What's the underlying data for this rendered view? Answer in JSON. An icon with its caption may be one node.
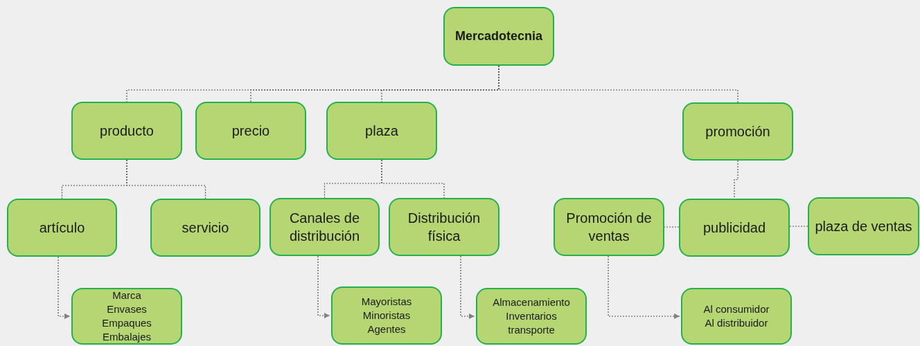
{
  "diagram": {
    "nodes": [
      {
        "text": [
          "Mercadotecnia"
        ]
      },
      {
        "text": [
          "producto"
        ]
      },
      {
        "text": [
          "precio"
        ]
      },
      {
        "text": [
          "plaza"
        ]
      },
      {
        "text": [
          "promoción"
        ]
      },
      {
        "text": [
          "artículo"
        ]
      },
      {
        "text": [
          "servicio"
        ]
      },
      {
        "text": [
          "Canales de distribución"
        ]
      },
      {
        "text": [
          "Distribución física"
        ]
      },
      {
        "text": [
          "Promoción de ventas"
        ]
      },
      {
        "text": [
          "publicidad"
        ]
      },
      {
        "text": [
          "plaza de ventas"
        ]
      },
      {
        "text": [
          "Marca",
          "Envases",
          "Empaques",
          "Embalajes"
        ]
      },
      {
        "text": [
          "Mayoristas",
          "Minoristas",
          "Agentes"
        ]
      },
      {
        "text": [
          "Almacenamiento",
          "Inventarios",
          "transporte"
        ]
      },
      {
        "text": [
          "Al consumidor",
          "Al distribuidor"
        ]
      }
    ],
    "edges": [
      {
        "from": 0,
        "to": 1,
        "arrow": "none",
        "style": "dashed"
      },
      {
        "from": 0,
        "to": 2,
        "arrow": "none",
        "style": "dashed"
      },
      {
        "from": 0,
        "to": 3,
        "arrow": "none",
        "style": "dashed"
      },
      {
        "from": 0,
        "to": 4,
        "arrow": "none",
        "style": "dashed"
      },
      {
        "from": 1,
        "to": 5,
        "arrow": "none",
        "style": "dashed"
      },
      {
        "from": 1,
        "to": 6,
        "arrow": "none",
        "style": "dashed"
      },
      {
        "from": 3,
        "to": 7,
        "arrow": "none",
        "style": "dashed"
      },
      {
        "from": 3,
        "to": 8,
        "arrow": "none",
        "style": "dashed"
      },
      {
        "from": 4,
        "to": 10,
        "arrow": "none",
        "style": "dashed"
      },
      {
        "from": 10,
        "to": 9,
        "arrow": "none",
        "style": "dashed"
      },
      {
        "from": 10,
        "to": 11,
        "arrow": "none",
        "style": "dashed"
      },
      {
        "from": 5,
        "to": 12,
        "arrow": "to",
        "style": "dashed"
      },
      {
        "from": 7,
        "to": 13,
        "arrow": "to",
        "style": "dashed"
      },
      {
        "from": 8,
        "to": 14,
        "arrow": "to",
        "style": "dashed"
      },
      {
        "from": 9,
        "to": 15,
        "arrow": "to",
        "style": "dashed"
      }
    ]
  }
}
